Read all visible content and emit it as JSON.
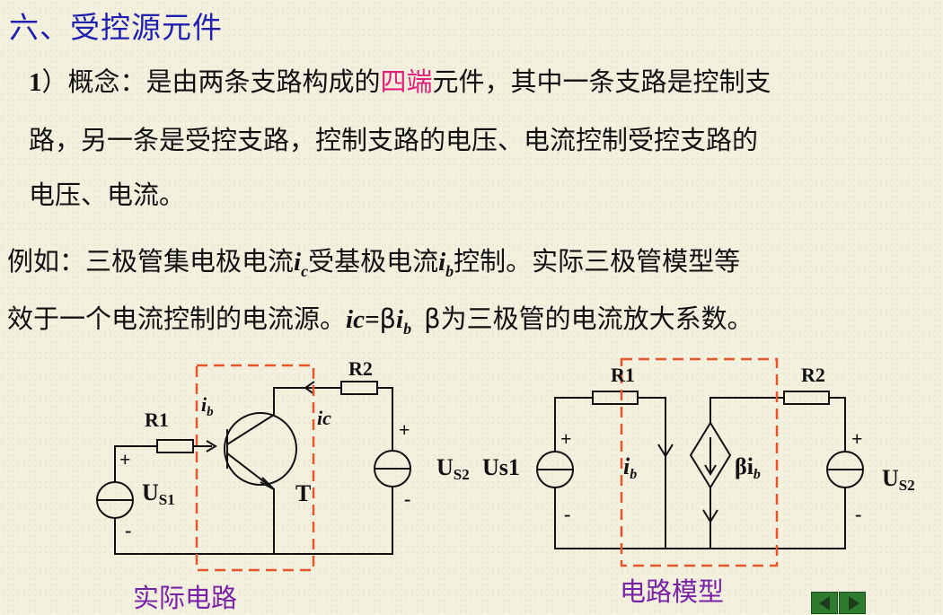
{
  "title": "六、受控源元件",
  "concept": {
    "number": "1",
    "prefix": "）概念：是由两条支路构成的",
    "highlight": "四端",
    "suffix": "元件，其中一条支路是控制支",
    "line2": "路，另一条是受控支路，控制支路的电压、电流控制受控支路的",
    "line3": "电压、电流。"
  },
  "example": {
    "p1": "例如：三极管集电极电流",
    "ic_var": "i",
    "ic_sub": "c",
    "p2": "受基极电流",
    "ib_var": "i",
    "ib_sub": "b",
    "p3": "控制。实际三极管模型等",
    "l2a": "效于一个电流控制的电流源。",
    "l2eq": "ic=",
    "l2beta": "β",
    "l2ivar": "i",
    "l2isub": "b",
    "l2b": "β为三极管的电流放大系数。"
  },
  "left_circuit": {
    "caption": "实际电路",
    "R1": "R1",
    "R2": "R2",
    "ib": "i",
    "ib_sub": "b",
    "ic": "ic",
    "T": "T",
    "US1": "U",
    "US1_sub": "S1",
    "plus": "+",
    "minus": "-"
  },
  "right_circuit": {
    "caption": "电路模型",
    "R1": "R1",
    "R2": "R2",
    "US2_left": "U",
    "US2_left_sub": "S2",
    "Us1": "Us1",
    "ib": "i",
    "ib_sub": "b",
    "beta_ib": "βi",
    "beta_ib_sub": "b",
    "US2": "U",
    "US2_sub": "S2",
    "plus": "+",
    "minus": "-"
  },
  "colors": {
    "title": "#1f1fb0",
    "highlight": "#e0207a",
    "dashed": "#e8552a",
    "caption": "#7a22a6",
    "nav": "#2e7a2e"
  }
}
